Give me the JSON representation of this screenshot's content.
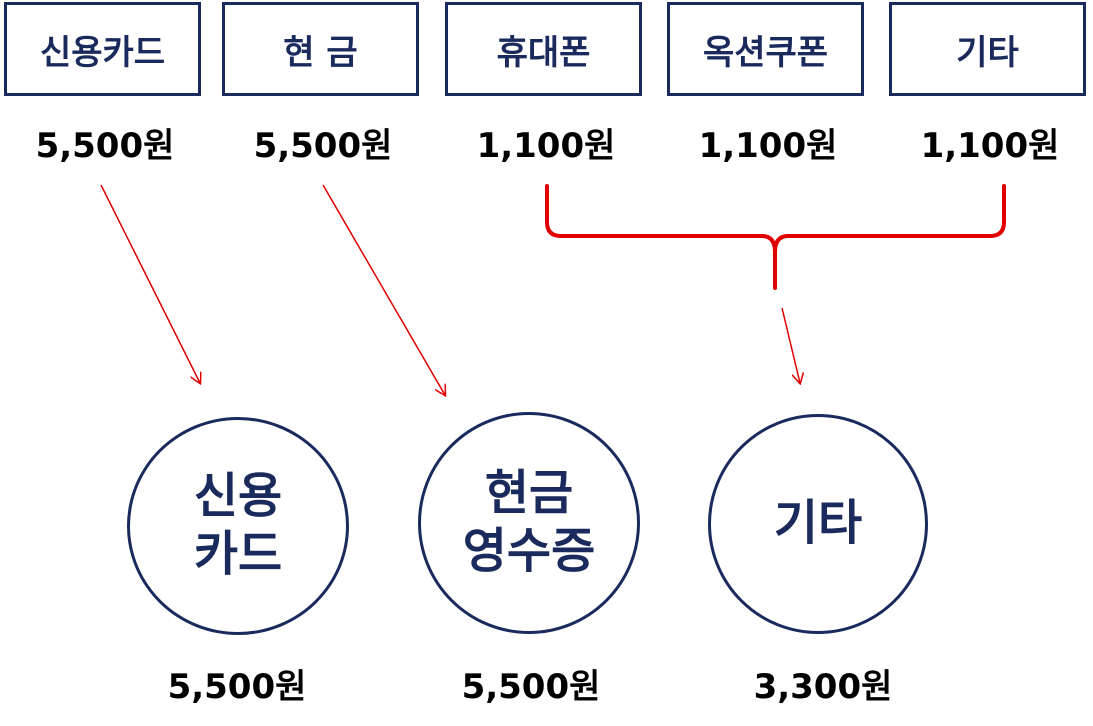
{
  "payment_methods": [
    {
      "label": "신용카드",
      "amount": "5,500원"
    },
    {
      "label": "현 금",
      "amount": "5,500원"
    },
    {
      "label": "휴대폰",
      "amount": "1,100원"
    },
    {
      "label": "옥션쿠폰",
      "amount": "1,100원"
    },
    {
      "label": "기타",
      "amount": "1,100원"
    }
  ],
  "results": [
    {
      "line1": "신용",
      "line2": "카드",
      "amount": "5,500원"
    },
    {
      "line1": "현금",
      "line2": "영수증",
      "amount": "5,500원"
    },
    {
      "line1": "기타",
      "line2": "",
      "amount": "3,300원"
    }
  ],
  "colors": {
    "box_border": "#1a2a5c",
    "text_navy": "#1a2a5c",
    "arrow": "#e00000"
  }
}
